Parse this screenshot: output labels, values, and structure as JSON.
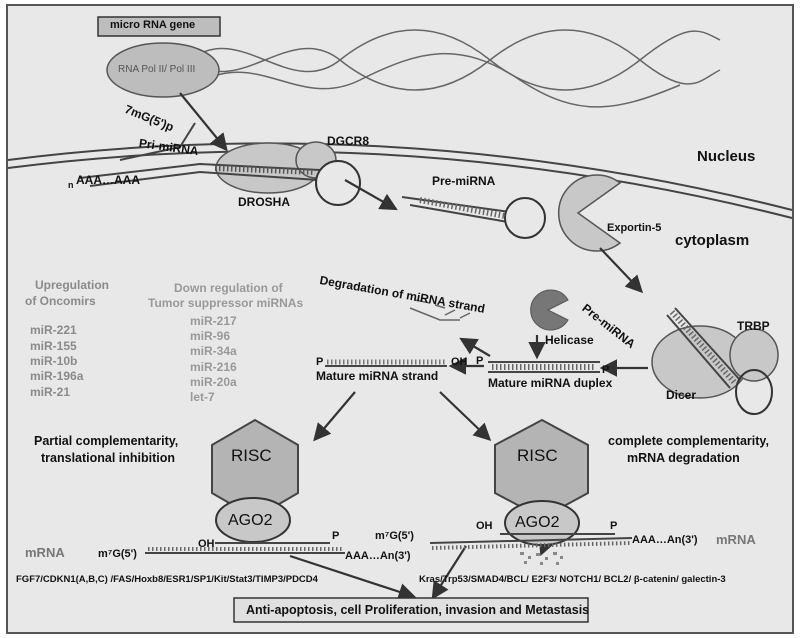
{
  "title_box": "micro RNA gene",
  "pol": "RNA Pol II/ Pol III",
  "cap5": "7mG(5')p",
  "pri_mirna": "Pri-miRNA",
  "polyA_n": "n",
  "polyA": "AAA…AAA",
  "dgcr8": "DGCR8",
  "drosha": "DROSHA",
  "pre_mirna": "Pre-miRNA",
  "exportin": "Exportin-5",
  "nucleus": "Nucleus",
  "cytoplasm": "cytoplasm",
  "pre_mirna_cyto": "Pre-miRNA",
  "trbp": "TRBP",
  "dicer": "Dicer",
  "helicase": "Helicase",
  "degradation": "Degradation of miRNA strand",
  "duplex": "Mature miRNA duplex",
  "mature_strand": "Mature miRNA strand",
  "p": "P",
  "oh": "OH",
  "upreg": {
    "title1": "Upregulation",
    "title2": "of  Oncomirs",
    "items": [
      "miR-221",
      "miR-155",
      "miR-10b",
      "miR-196a",
      "miR-21"
    ]
  },
  "downreg": {
    "title1": "Down regulation of",
    "title2": "Tumor suppressor miRNAs",
    "items": [
      "miR-217",
      "miR-96",
      "miR-34a",
      "miR-216",
      "miR-20a",
      "let-7"
    ]
  },
  "left_path": {
    "caption1": "Partial complementarity,",
    "caption2": "translational inhibition",
    "risc": "RISC",
    "ago2": "AGO2",
    "mrna": "mRNA",
    "cap": "m⁷G(5')",
    "tail": "AAA…An(3')",
    "targets": "FGF7/CDKN1(A,B,C) /FAS/Hoxb8/ESR1/SP1/Kit/Stat3/TIMP3/PDCD4"
  },
  "right_path": {
    "caption1": "complete complementarity,",
    "caption2": "mRNA degradation",
    "risc": "RISC",
    "ago2": "AGO2",
    "mrna": "mRNA",
    "cap": "m⁷G(5')",
    "tail": "AAA…An(3')",
    "targets": "Kras/Trp53/SMAD4/BCL/ E2F3/ NOTCH1/ BCL2/ β-catenin/ galectin-3"
  },
  "outcome": "Anti-apoptosis, cell  Proliferation, invasion and Metastasis",
  "colors": {
    "frame": "#e6e6e6",
    "hexagon": "#b4b4b4",
    "protein": "#c8c8c8",
    "dark": "#333333",
    "dicer_cut": "#777777"
  }
}
